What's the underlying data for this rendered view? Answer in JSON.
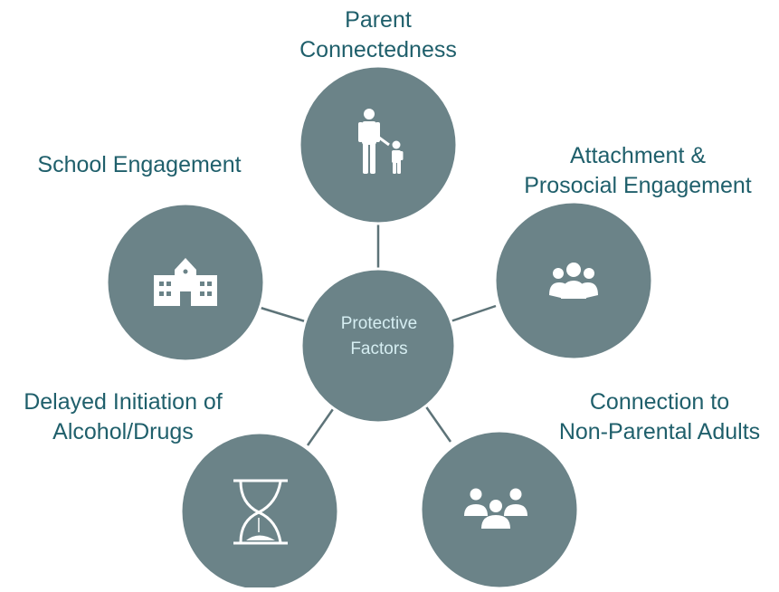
{
  "diagram": {
    "center": {
      "label_lines": [
        "Protective",
        "Factors"
      ]
    },
    "nodes": [
      {
        "key": "parent",
        "label_lines": [
          "Parent",
          "Connectedness"
        ],
        "icon": "parent-child-icon"
      },
      {
        "key": "attachment",
        "label_lines": [
          "Attachment &",
          "Prosocial Engagement"
        ],
        "icon": "group-icon"
      },
      {
        "key": "nonparental",
        "label_lines": [
          "Connection to",
          "Non-Parental Adults"
        ],
        "icon": "people-icon"
      },
      {
        "key": "delayed",
        "label_lines": [
          "Delayed Initiation of",
          "Alcohol/Drugs"
        ],
        "icon": "hourglass-icon"
      },
      {
        "key": "school",
        "label_lines": [
          "School Engagement"
        ],
        "icon": "school-icon"
      }
    ],
    "colors": {
      "circle_fill": "#6b8388",
      "circle_stroke": "#ffffff",
      "connector": "#5d7378",
      "label_text": "#1f5f6b",
      "center_text": "#d6eef2",
      "icon": "#ffffff"
    }
  }
}
